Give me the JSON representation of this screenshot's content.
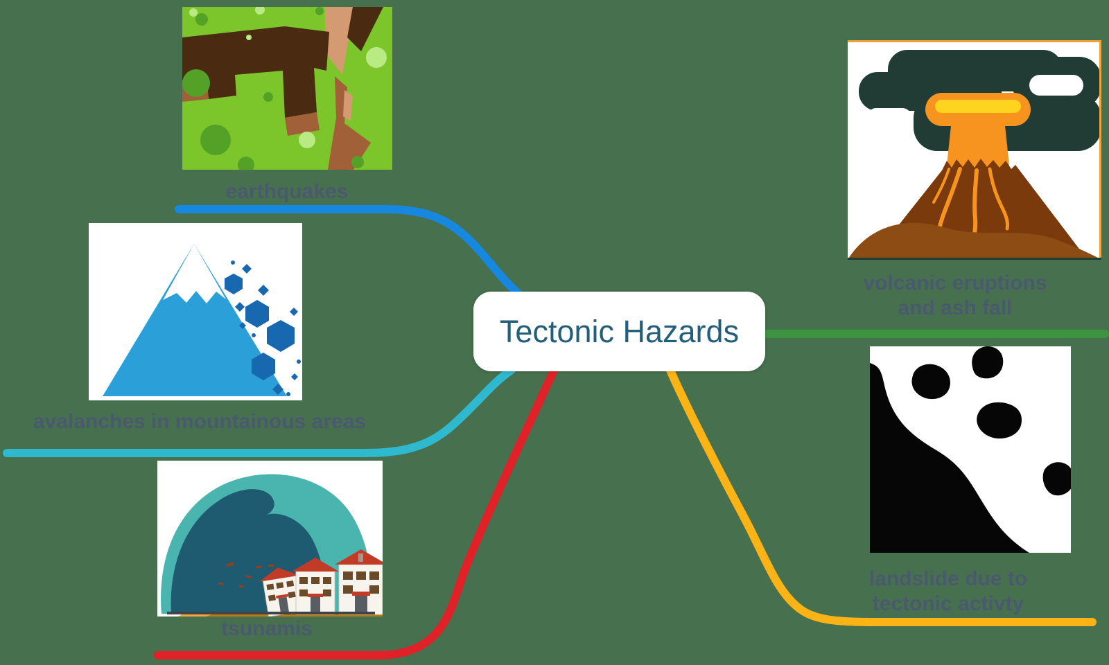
{
  "page": {
    "background_color": "#47704E",
    "label_color": "#4A5A6E"
  },
  "center_node": {
    "label": "Tectonic Hazards",
    "text_color": "#235E7A",
    "background_color": "#FFFFFF"
  },
  "branches": [
    {
      "id": "earthquakes",
      "label": "earthquakes",
      "color": "#1788DF",
      "image": "cracked-ground-earthquake-illustration"
    },
    {
      "id": "avalanches",
      "label": "avalanches in mountainous areas",
      "color": "#2FB9CE",
      "image": "mountain-avalanche-illustration"
    },
    {
      "id": "tsunamis",
      "label": "tsunamis",
      "color": "#E02128",
      "image": "tsunami-wave-houses-illustration"
    },
    {
      "id": "volcanic",
      "label_line1": "volcanic eruptions",
      "label_line2": "and ash fall",
      "color": "#3D9440",
      "image": "erupting-volcano-ash-cloud-illustration"
    },
    {
      "id": "landslide",
      "label_line1": "landslide due to",
      "label_line2": "tectonic activty",
      "color": "#FCB316",
      "image": "landslide-falling-rocks-illustration"
    }
  ]
}
